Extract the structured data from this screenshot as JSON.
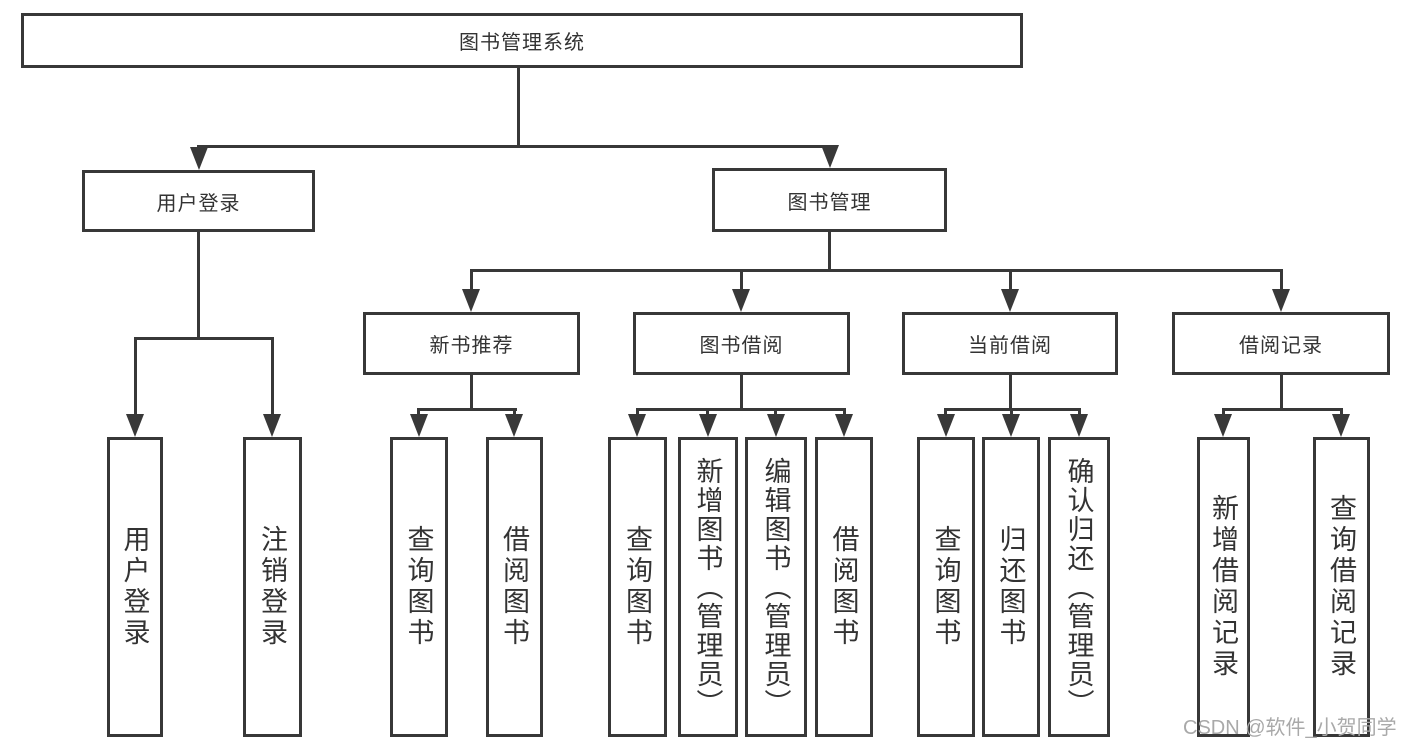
{
  "diagram_type": "hierarchy",
  "tree": {
    "label": "图书管理系统",
    "children": [
      {
        "label": "用户登录",
        "children": [
          {
            "label": "用户登录"
          },
          {
            "label": "注销登录"
          }
        ]
      },
      {
        "label": "图书管理",
        "children": [
          {
            "label": "新书推荐",
            "children": [
              {
                "label": "查询图书"
              },
              {
                "label": "借阅图书"
              }
            ]
          },
          {
            "label": "图书借阅",
            "children": [
              {
                "label": "查询图书"
              },
              {
                "label": "新增图书（管理员）"
              },
              {
                "label": "编辑图书（管理员）"
              },
              {
                "label": "借阅图书"
              }
            ]
          },
          {
            "label": "当前借阅",
            "children": [
              {
                "label": "查询图书"
              },
              {
                "label": "归还图书"
              },
              {
                "label": "确认归还（管理员）"
              }
            ]
          },
          {
            "label": "借阅记录",
            "children": [
              {
                "label": "新增借阅记录"
              },
              {
                "label": "查询借阅记录"
              }
            ]
          }
        ]
      }
    ]
  },
  "watermark": {
    "text": "CSDN @软件_小贺同学"
  },
  "colors": {
    "line": "#383838",
    "text": "#333333",
    "watermark": "#a9a9a9",
    "background": "#ffffff"
  }
}
